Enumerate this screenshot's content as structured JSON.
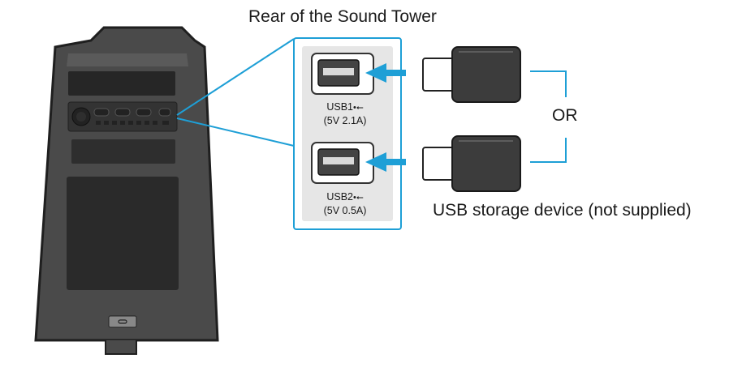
{
  "title": "Rear of the Sound Tower",
  "ports": [
    {
      "name": "USB1",
      "symbol": "⭠",
      "rating": "(5V 2.1A)"
    },
    {
      "name": "USB2",
      "symbol": "⭠",
      "rating": "(5V 0.5A)"
    }
  ],
  "connector_label": "OR",
  "device_caption": "USB storage device (not supplied)",
  "colors": {
    "highlight_line": "#1e9fd6",
    "speaker_body": "#4a4a4a",
    "speaker_outline": "#2a2a2a",
    "panel_fill": "#e6e6e6",
    "panel_border": "#1e9fd6",
    "drive_body": "#3c3c3c"
  }
}
